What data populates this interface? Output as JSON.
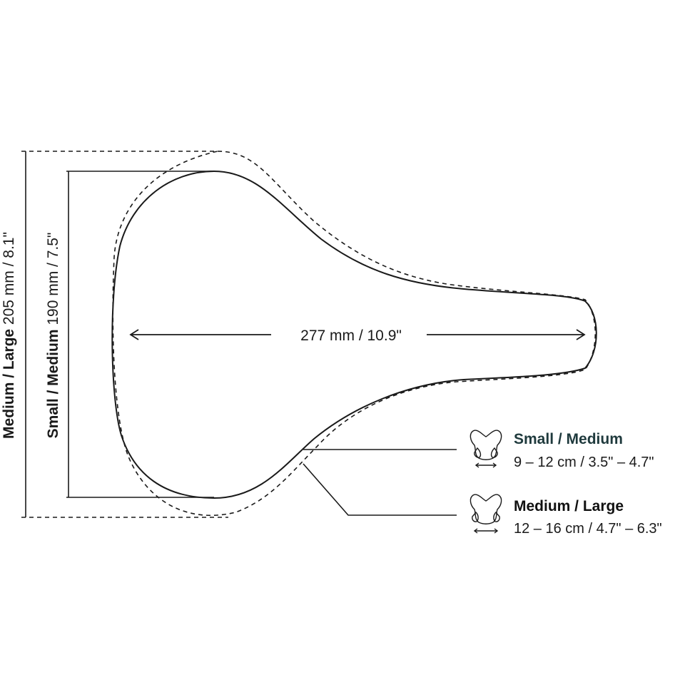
{
  "dimensions": {
    "length": "277 mm / 10.9\"",
    "width_small_medium": {
      "size": "Small / Medium",
      "value": " 190 mm / 7.5\""
    },
    "width_medium_large": {
      "size": "Medium / Large",
      "value": " 205 mm / 8.1\""
    }
  },
  "legend": [
    {
      "title": "Small / Medium",
      "range": "9 – 12 cm / 3.5\" – 4.7\"",
      "title_color": "#1f3a3d",
      "icon": "sit-bone-pelvis-icon"
    },
    {
      "title": "Medium / Large",
      "range": "12 – 16 cm / 4.7\" – 6.3\"",
      "title_color": "#111111",
      "icon": "sit-bone-pelvis-icon"
    }
  ],
  "colors": {
    "line": "#1a1a1a",
    "background": "#ffffff"
  }
}
